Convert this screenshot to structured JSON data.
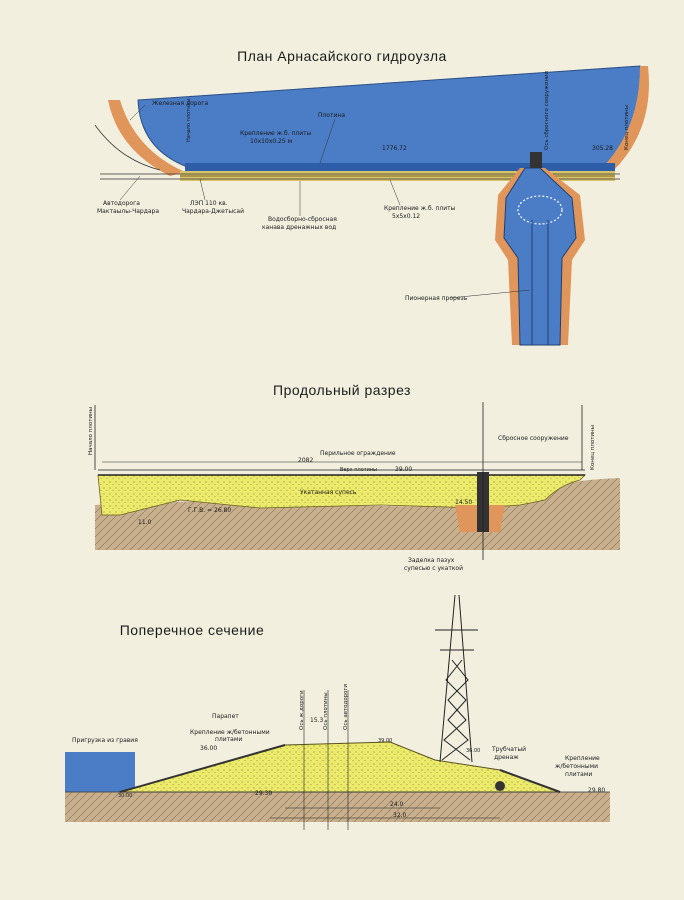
{
  "titles": {
    "plan": "План Арнасайского гидроузла",
    "long": "Продольный разрез",
    "cross": "Поперечное сечение"
  },
  "plan": {
    "railway": "Железная дорога",
    "dam_start": "Начало плотины",
    "dam": "Плотина",
    "fix1": "Крепление ж.б. плиты",
    "fix1_size": "10х10х0.25 м",
    "len1": "1776.72",
    "spill_axis": "Ось сбросного сооружения",
    "dam_end": "Конец плотины",
    "len2": "305.28",
    "road1": "Автодорога",
    "road2": "Мактаылы-Чардара",
    "ldp1": "ЛЭП 110 кв.",
    "ldp2": "Чардара-Джетысай",
    "canal1": "Водосборно-сбросная",
    "canal2": "канава дренажных вод",
    "fix2": "Крепление ж.б. плиты",
    "fix2_size": "5х5х0.12",
    "cut": "Пионерная прорезь"
  },
  "long": {
    "dam_start": "Начало плотины",
    "dam_end": "Конец плотины",
    "spill": "Сбросное сооружение",
    "rail": "Перильное ограждение",
    "len": "2082",
    "crest_lbl": "Верх плотины",
    "crest": "39.00",
    "fill": "Укатанная супесь",
    "gw": "Г.Г.В. = 26.80",
    "lvl1": "11.0",
    "lvl2": "14.50",
    "seal1": "Заделка пазух",
    "seal2": "супесью с укаткой"
  },
  "cross": {
    "parapet": "Парапет",
    "axis_road1": "Ось ж.дороги",
    "axis_dam": "Ось плотины",
    "axis_road2": "Ось автодороги",
    "d1": "15.3",
    "gravel": "Пригрузка из гравия",
    "fix_left1": "Крепление ж/бетонными",
    "fix_left2": "плитами",
    "lvl_36": "36.00",
    "lvl_3900": "39.00",
    "lvl_3600r": "36.00",
    "lvl_30": "30.00",
    "lvl_2930": "29.30",
    "lvl_2980": "29.80",
    "drain1": "Трубчатый",
    "drain2": "дренаж",
    "fix_right1": "Крепление",
    "fix_right2": "ж/бетонными",
    "fix_right3": "плитами",
    "w1": "24.0",
    "w2": "32.0"
  },
  "colors": {
    "water": "#4a7dc6",
    "fill": "#ecea6a",
    "soil": "#b79b7a",
    "bank": "#e0955a",
    "paper": "#f3efdf"
  }
}
